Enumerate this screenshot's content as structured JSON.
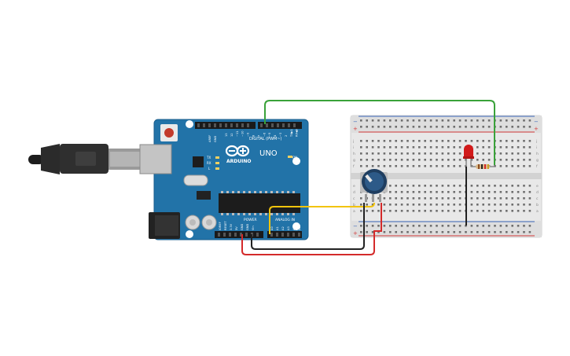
{
  "arduino": {
    "brand": "ARDUINO",
    "model": "UNO",
    "digital_label": "DIGITAL (PWM~)",
    "power_label": "POWER",
    "analog_label": "ANALOG IN",
    "on_label": "ON",
    "tx_label": "TX",
    "rx_label": "RX",
    "l_label": "L",
    "aref_label": "AREF",
    "gnd_label": "GND",
    "power_pins": [
      "IOREF",
      "RESET",
      "3.3V",
      "5V",
      "GND",
      "GND",
      "Vin"
    ],
    "analog_pins": [
      "A0",
      "A1",
      "A2",
      "A3",
      "A4",
      "A5"
    ],
    "digital_pins": [
      "13",
      "12",
      "~11",
      "~10",
      "~9",
      "8",
      "7",
      "~6",
      "~5",
      "4",
      "~3",
      "2",
      "TX▶1",
      "RX◀0"
    ]
  },
  "breadboard": {
    "rail_minus": "−",
    "rail_plus": "+",
    "rows_top": [
      "j",
      "i",
      "h",
      "g",
      "f"
    ],
    "rows_bottom": [
      "e",
      "d",
      "c",
      "b",
      "a"
    ]
  },
  "wire_colors": {
    "digital_to_resistor": "#3aa23a",
    "gnd": "#222222",
    "power_5v": "#d42a2a",
    "analog_signal": "#f2c40c",
    "led_ground": "#222222"
  },
  "components": {
    "led_color": "#d11a1a",
    "potentiometer_knob": "#2d5a88",
    "board_color": "#2273a8"
  }
}
